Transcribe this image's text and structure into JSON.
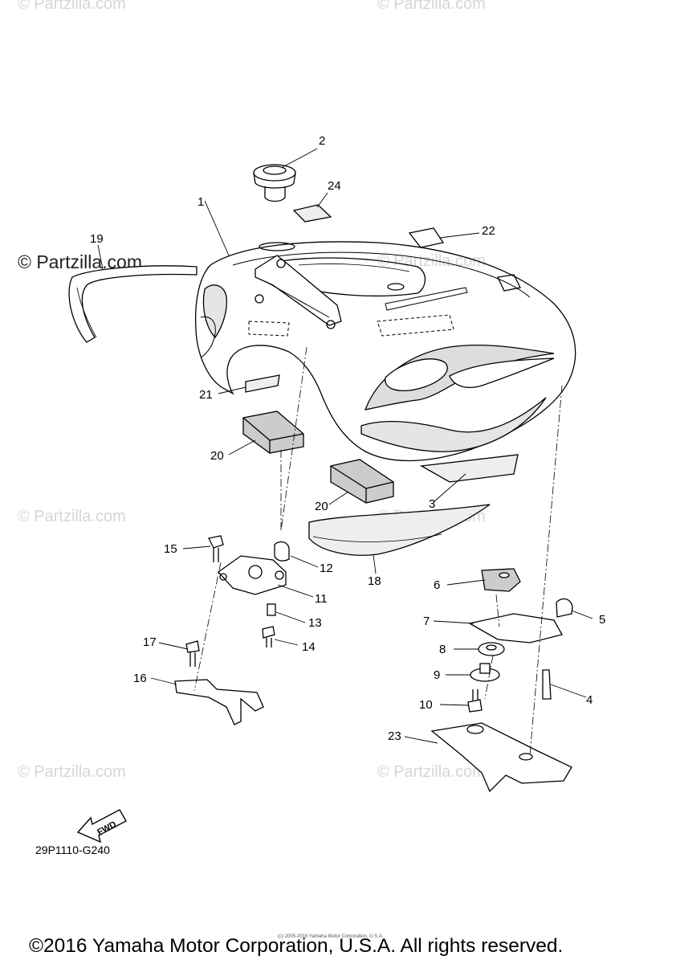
{
  "watermarks": {
    "faint_text": "© Partzilla.com",
    "dark_text": "© Partzilla.com"
  },
  "callouts": {
    "c1": "1",
    "c2": "2",
    "c3": "3",
    "c4": "4",
    "c5": "5",
    "c6": "6",
    "c7": "7",
    "c8": "8",
    "c9": "9",
    "c10": "10",
    "c11": "11",
    "c12": "12",
    "c13": "13",
    "c14": "14",
    "c15": "15",
    "c16": "16",
    "c17": "17",
    "c18": "18",
    "c19": "19",
    "c20a": "20",
    "c20b": "20",
    "c21": "21",
    "c22": "22",
    "c23": "23",
    "c24": "24"
  },
  "fwd_label": "FWD",
  "part_code": "29P1110-G240",
  "small_notice": "(c) 2005-2016 Yamaha Motor Corporation, U.S.A.",
  "copyright": "©2016 Yamaha Motor Corporation, U.S.A. All rights reserved."
}
